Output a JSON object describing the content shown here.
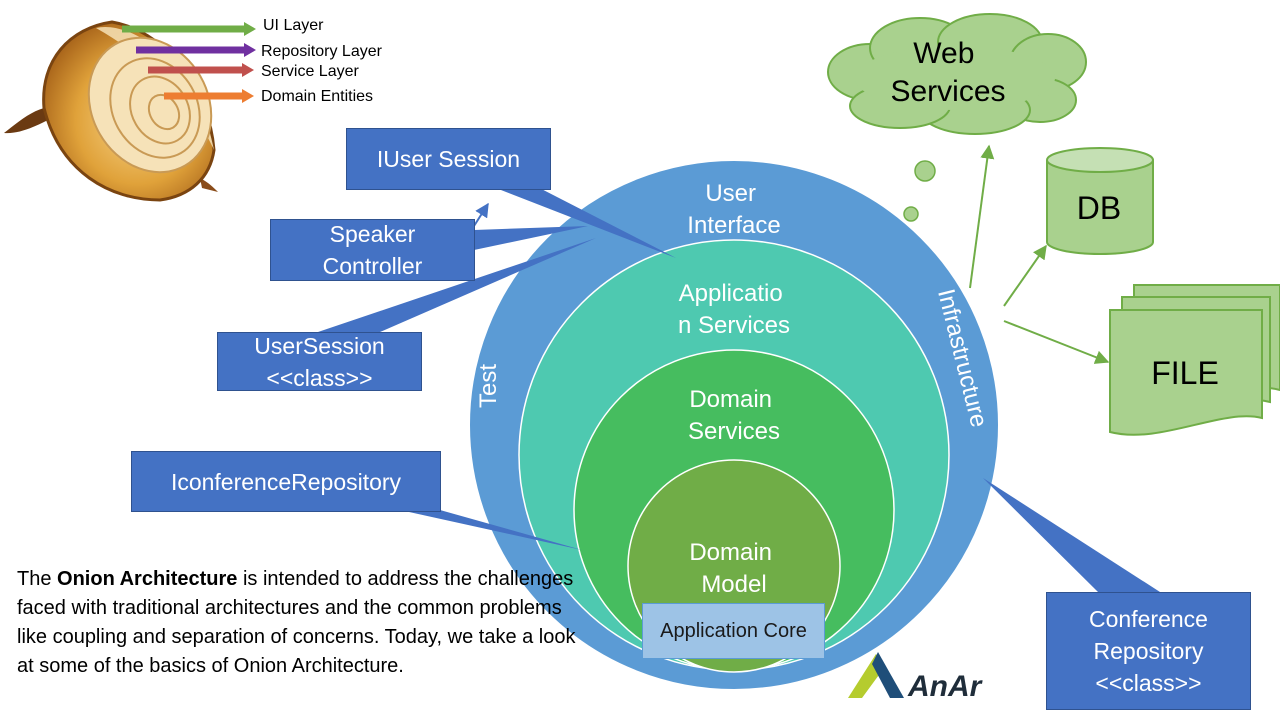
{
  "legend": {
    "items": [
      {
        "label": "UI Layer",
        "color": "#70ad47"
      },
      {
        "label": "Repository Layer",
        "color": "#7030a0"
      },
      {
        "label": "Service Layer",
        "color": "#c0504d"
      },
      {
        "label": "Domain Entities",
        "color": "#ed7d31"
      }
    ]
  },
  "rings": {
    "test": "Test",
    "infrastructure": "Infrastructure",
    "user_interface": [
      "User",
      "Interface"
    ],
    "application_services": [
      "Applicatio",
      "n Services"
    ],
    "domain_services": [
      "Domain",
      "Services"
    ],
    "domain_model": [
      "Domain",
      "Model"
    ],
    "application_core": "Application Core"
  },
  "callouts": {
    "iuser_session": "IUser Session",
    "speaker_controller": [
      "Speaker",
      "Controller"
    ],
    "user_session_class": [
      "UserSession",
      "<<class>>"
    ],
    "iconference_repository": "IconferenceRepository",
    "conference_repository_class": [
      "Conference",
      "Repository",
      "<<class>>"
    ]
  },
  "external": {
    "web_services": [
      "Web",
      "Services"
    ],
    "db": "DB",
    "file": "FILE"
  },
  "description": {
    "prefix": "The ",
    "bold": "Onion Architecture",
    "suffix": " is intended to address the challenges faced with traditional architectures and the common problems like coupling and separation of concerns. Today, we take a look at some of the basics of Onion Architecture."
  },
  "logo": {
    "text": "AnAr"
  },
  "colors": {
    "outer_ring": "#5b9bd5",
    "app_services": "#4ec9b0",
    "domain_services": "#46bd5f",
    "domain_model": "#70ad47",
    "callout": "#4472c4",
    "external": "#a9d18e",
    "external_text": "#000000"
  }
}
